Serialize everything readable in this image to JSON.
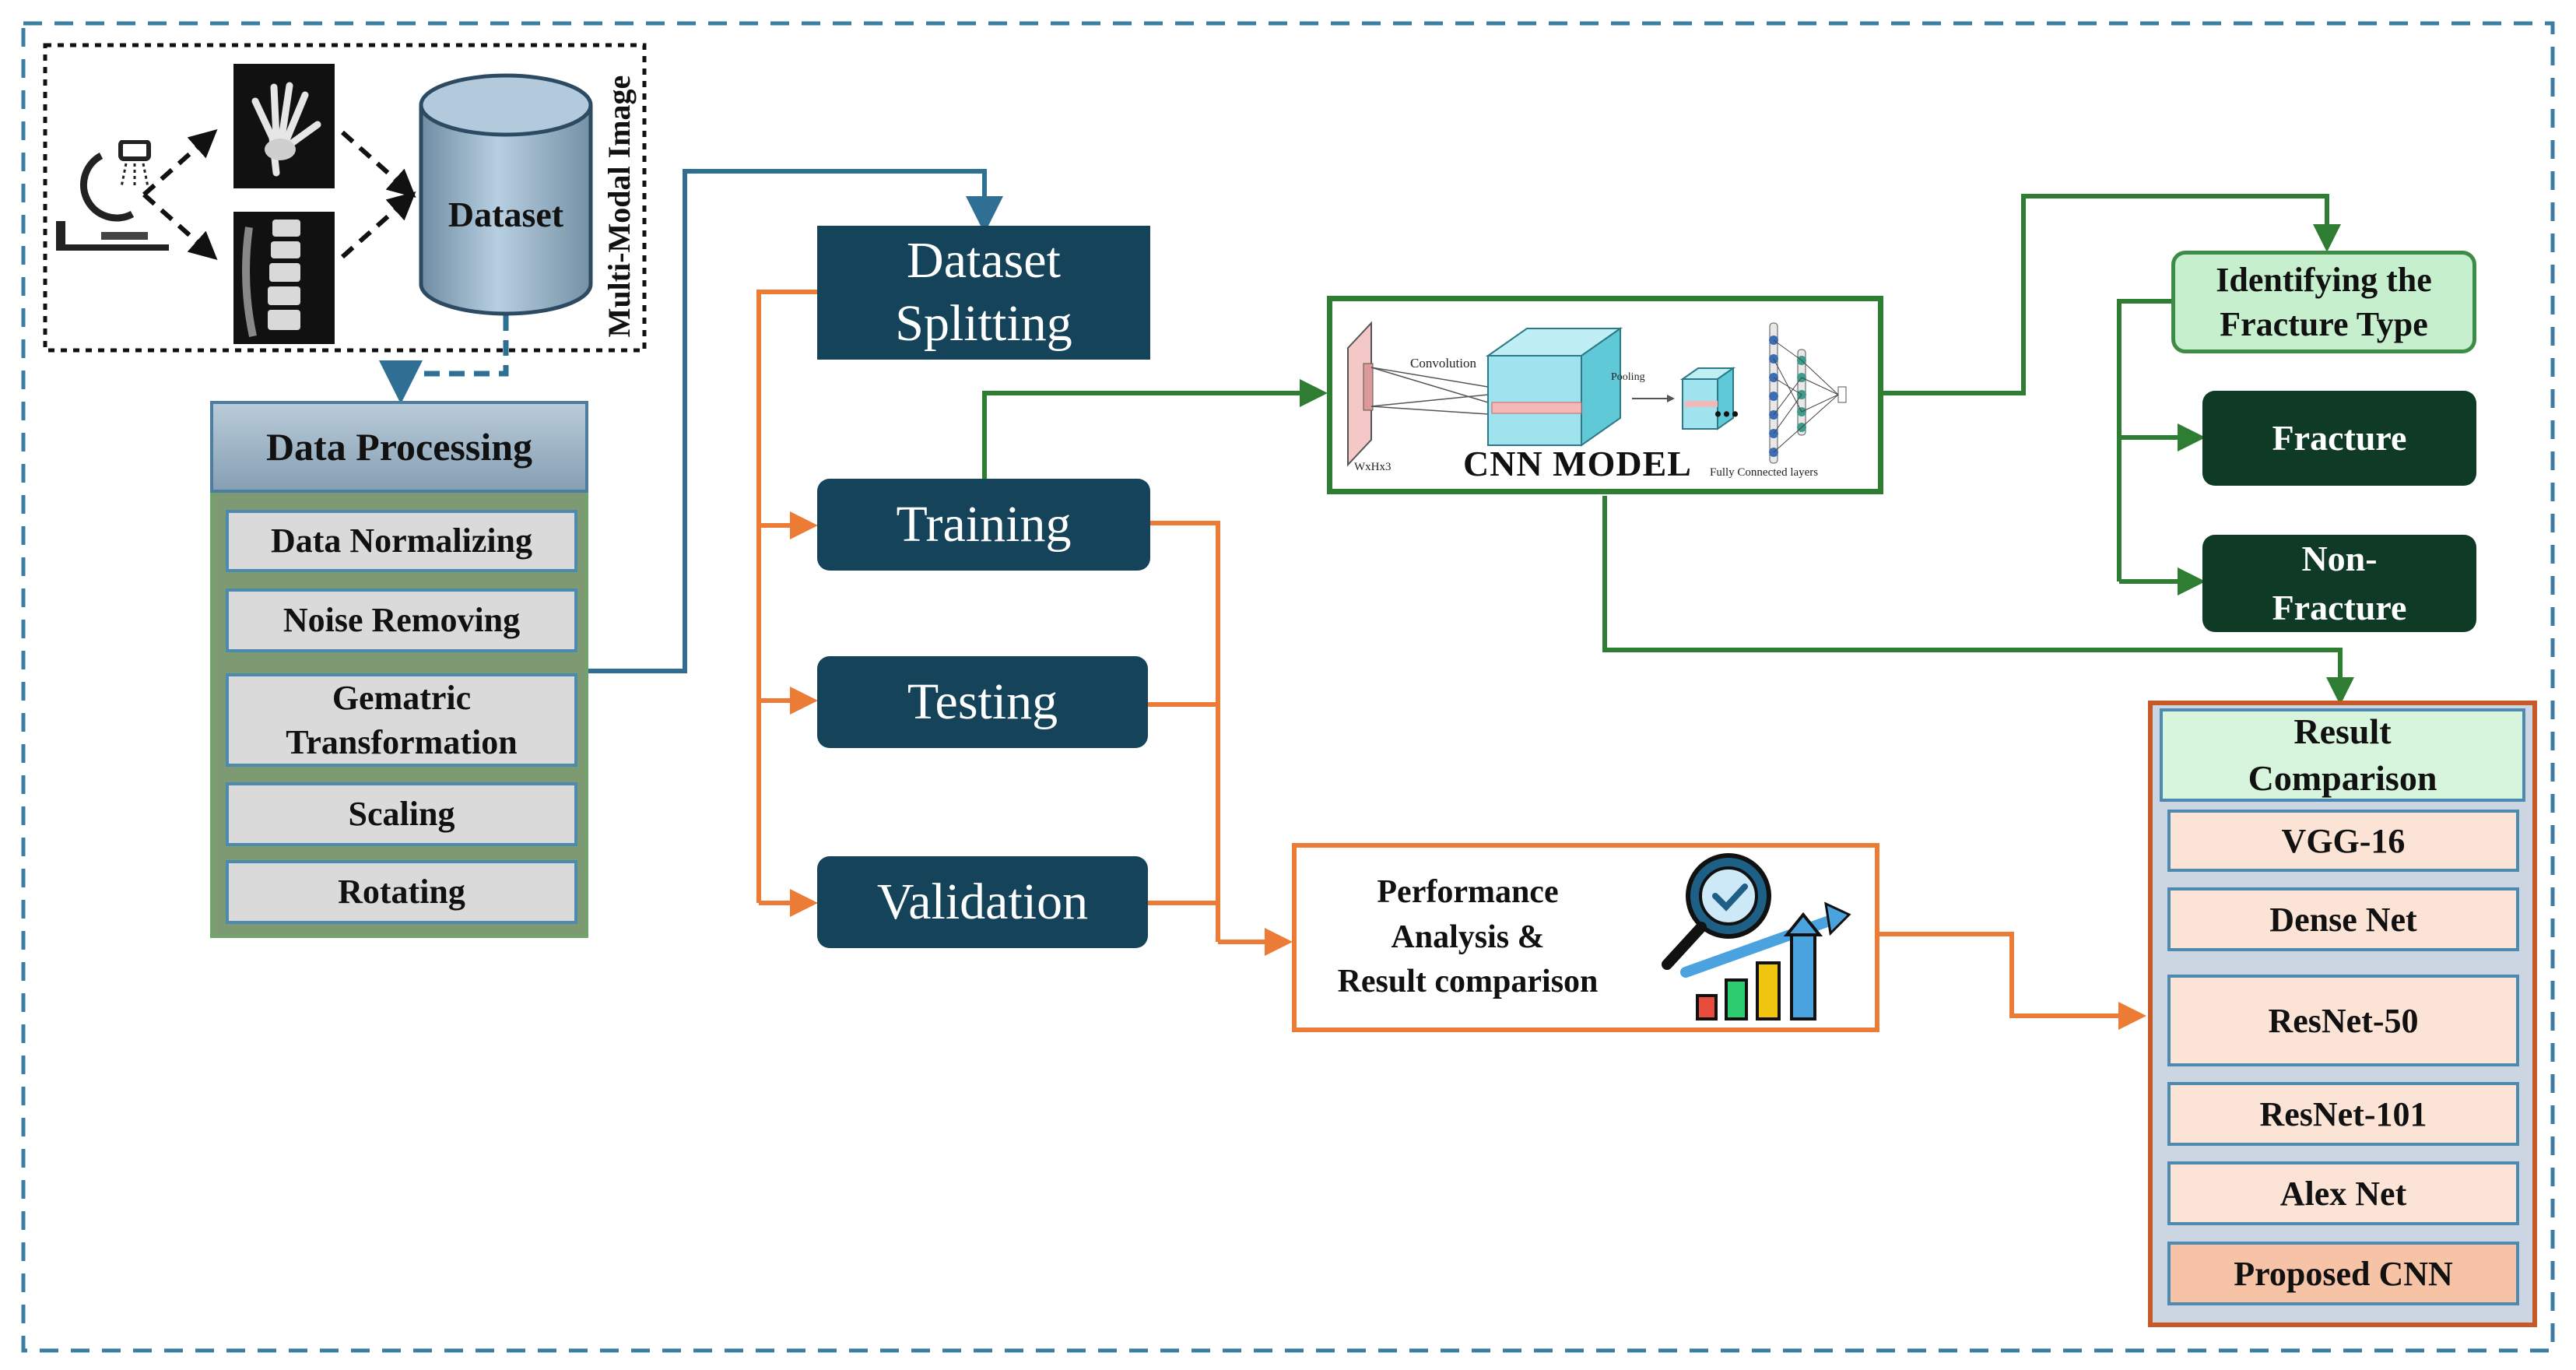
{
  "acquisition": {
    "side_label": "Multi-Modal Image",
    "dataset_label": "Dataset"
  },
  "data_processing": {
    "title": "Data Processing",
    "steps": [
      "Data Normalizing",
      "Noise Removing",
      "Gematric\nTransformation",
      "Scaling",
      "Rotating"
    ]
  },
  "splitting": {
    "title": "Dataset\nSplitting",
    "training": "Training",
    "testing": "Testing",
    "validation": "Validation"
  },
  "cnn": {
    "label": "CNN MODEL",
    "convolution": "Convolution",
    "pooling": "Pooling",
    "input_dim": "WxHx3",
    "fc": "Fully Connected layers",
    "dots": "..."
  },
  "performance": {
    "label": "Performance\nAnalysis &\nResult  comparison"
  },
  "fracture": {
    "identify": "Identifying the\nFracture Type",
    "fracture": "Fracture",
    "non_fracture": "Non-\nFracture"
  },
  "results": {
    "title": "Result\nComparison",
    "models": [
      "VGG-16",
      "Dense Net",
      "ResNet-50",
      "ResNet-101",
      "Alex Net"
    ],
    "proposed": "Proposed CNN"
  },
  "colors": {
    "blue_arrow": "#2e6f93",
    "orange_arrow": "#ec7c35",
    "green_arrow": "#2e7d32",
    "dark_box": "#15435a",
    "dark_green_box": "#0f3b26"
  }
}
